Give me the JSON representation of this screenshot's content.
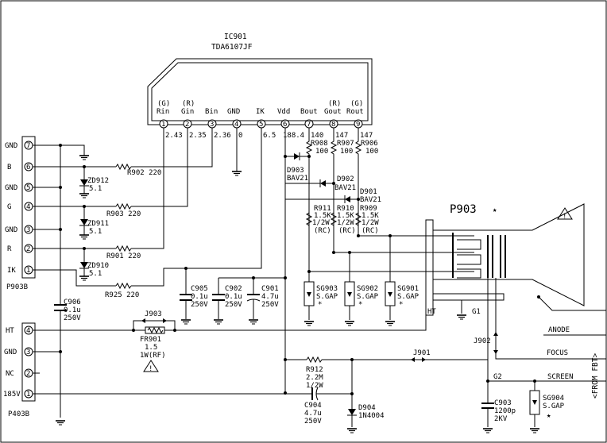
{
  "ic": {
    "ref": "IC901",
    "part": "TDA6107JF"
  },
  "ic_pins": [
    {
      "num": "1",
      "name_top": "(G)",
      "name": "Rin",
      "voltage": "2.43"
    },
    {
      "num": "2",
      "name_top": "(R)",
      "name": "Gin",
      "voltage": "2.35"
    },
    {
      "num": "3",
      "name_top": "",
      "name": "Bin",
      "voltage": "2.36"
    },
    {
      "num": "4",
      "name_top": "",
      "name": "GND",
      "voltage": "0"
    },
    {
      "num": "5",
      "name_top": "",
      "name": "IK",
      "voltage": "6.5"
    },
    {
      "num": "6",
      "name_top": "",
      "name": "Vdd",
      "voltage": "188.4"
    },
    {
      "num": "7",
      "name_top": "",
      "name": "Bout",
      "voltage": "140"
    },
    {
      "num": "8",
      "name_top": "(R)",
      "name": "Gout",
      "voltage": "147"
    },
    {
      "num": "9",
      "name_top": "(G)",
      "name": "Rout",
      "voltage": "147"
    }
  ],
  "connector_p903b": {
    "ref": "P903B",
    "pins": [
      {
        "num": "7",
        "label": "GND"
      },
      {
        "num": "6",
        "label": "B"
      },
      {
        "num": "5",
        "label": "GND"
      },
      {
        "num": "4",
        "label": "G"
      },
      {
        "num": "3",
        "label": "GND"
      },
      {
        "num": "2",
        "label": "R"
      },
      {
        "num": "1",
        "label": "IK"
      }
    ]
  },
  "connector_p403b": {
    "ref": "P403B",
    "pins": [
      {
        "num": "4",
        "label": "HT"
      },
      {
        "num": "3",
        "label": "GND"
      },
      {
        "num": "2",
        "label": "NC"
      },
      {
        "num": "1",
        "label": "185V"
      }
    ]
  },
  "resistors": {
    "r902": "R902  220",
    "r903": "R903  220",
    "r901": "R901  220",
    "r925": "R925  220",
    "r908_ref": "R908",
    "r908_val": "100",
    "r907_ref": "R907",
    "r907_val": "100",
    "r906_ref": "R906",
    "r906_val": "100",
    "r911_ref": "R911",
    "r910_ref": "R910",
    "r909_ref": "R909",
    "r911_val": "1.5K",
    "r910_val": "1.5K",
    "r909_val": "1.5K",
    "r911_pwr": "1/2W",
    "r910_pwr": "1/2W",
    "r909_pwr": "1/2W",
    "rc": "(RC)",
    "r912_ref": "R912",
    "r912_val": "2.2M",
    "r912_pwr": "1/2W",
    "fr901_ref": "FR901",
    "fr901_val": "1.5",
    "fr901_pwr": "1W(RF)"
  },
  "zeners": [
    {
      "ref": "ZD912",
      "val": "5.1"
    },
    {
      "ref": "ZD911",
      "val": "5.1"
    },
    {
      "ref": "ZD910",
      "val": "5.1"
    }
  ],
  "diodes": {
    "d903_ref": "D903",
    "d903_part": "BAV21",
    "d902_ref": "D902",
    "d902_part": "BAV21",
    "d901_ref": "D901",
    "d901_part": "BAV21",
    "d904_ref": "D904",
    "d904_part": "1N4004"
  },
  "capacitors": {
    "c906": [
      "C906",
      "0.1u",
      "250V"
    ],
    "c905": [
      "C905",
      "0.1u",
      "250V"
    ],
    "c902": [
      "C902",
      "0.1u",
      "250V"
    ],
    "c901": [
      "C901",
      "4.7u",
      "250V"
    ],
    "c904": [
      "C904",
      "4.7u",
      "250V"
    ],
    "c903": [
      "C903",
      "1200p",
      "2KV"
    ]
  },
  "spark_gaps": {
    "sg903": [
      "SG903",
      "S.GAP"
    ],
    "sg902": [
      "SG902",
      "S.GAP"
    ],
    "sg901": [
      "SG901",
      "S.GAP"
    ],
    "sg904": [
      "SG904",
      "S.GAP"
    ]
  },
  "jumpers": {
    "j903": "J903",
    "j901": "J901",
    "j902": "J902"
  },
  "crt": {
    "ref": "P903",
    "ht": "HT",
    "g1": "G1",
    "g2": "G2",
    "anode": "ANODE",
    "focus": "FOCUS",
    "screen": "SCREEN",
    "from_fbt": "<FROM FBT>"
  },
  "symbols": {
    "star": "★",
    "asterisk": "*"
  }
}
